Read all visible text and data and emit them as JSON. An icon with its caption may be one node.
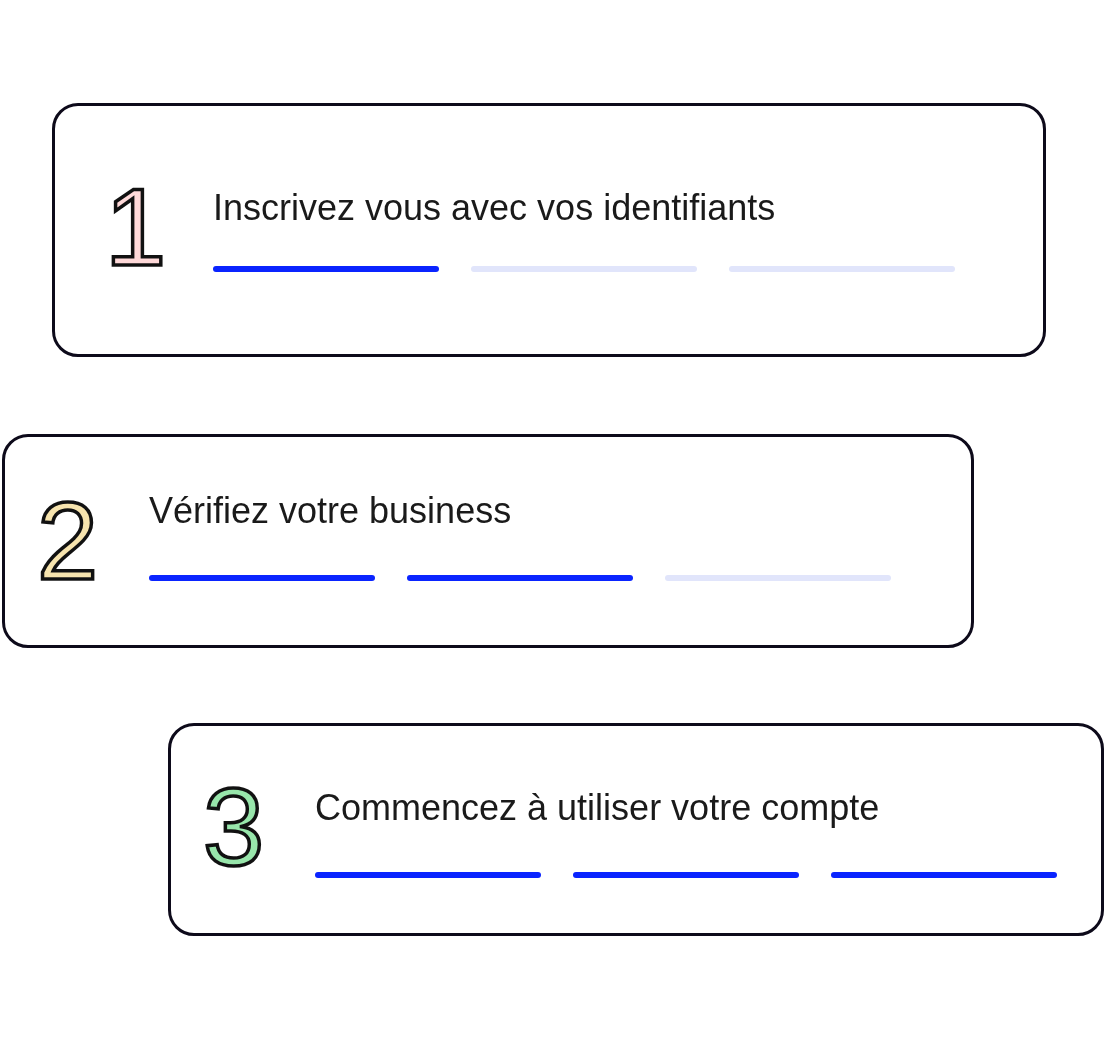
{
  "diagram": {
    "nodes": [
      {
        "text": [
          "1",
          "Inscrivez vous avec vos identifiants"
        ]
      },
      {
        "text": [
          "2",
          "Vérifiez votre business"
        ]
      },
      {
        "text": [
          "3",
          "Commencez à utiliser votre compte"
        ]
      }
    ]
  }
}
